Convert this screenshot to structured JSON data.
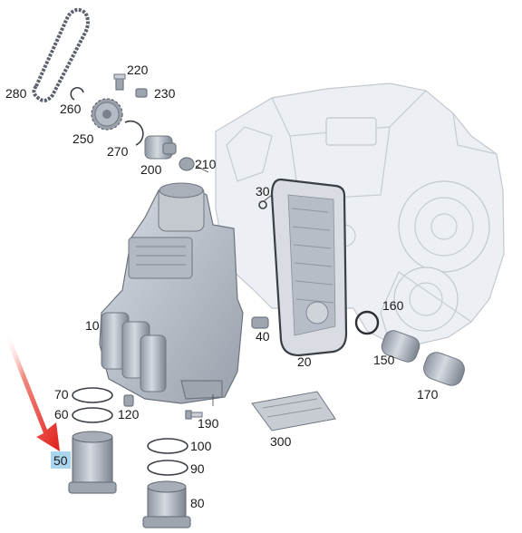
{
  "callouts": {
    "c280": "280",
    "c220": "220",
    "c230": "230",
    "c260": "260",
    "c250": "250",
    "c270": "270",
    "c200": "200",
    "c210": "210",
    "c30": "30",
    "c10": "10",
    "c40": "40",
    "c20": "20",
    "c160": "160",
    "c150": "150",
    "c170": "170",
    "c70": "70",
    "c60": "60",
    "c120": "120",
    "c190": "190",
    "c300": "300",
    "c100": "100",
    "c90": "90",
    "c80": "80",
    "c50": "50"
  },
  "highlight": {
    "part": "50",
    "arrow_color": "#e0201a",
    "label_bg": "#a9d6ee"
  }
}
